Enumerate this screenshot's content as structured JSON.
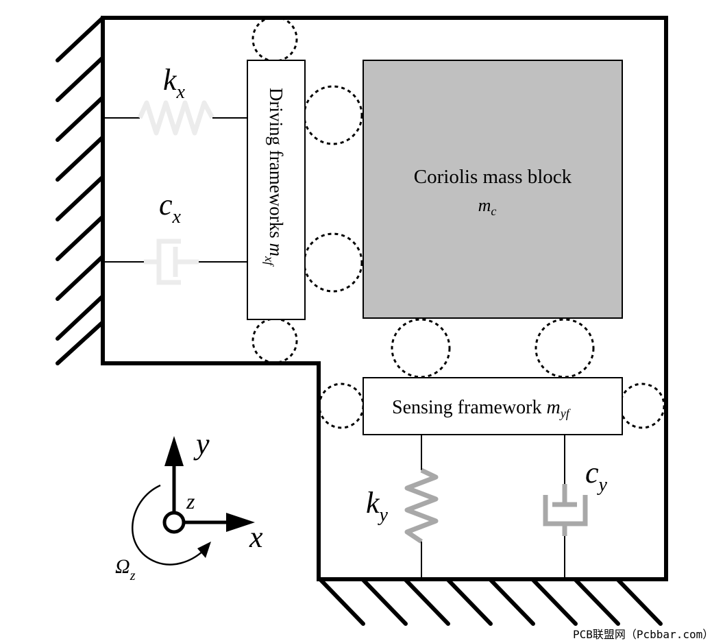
{
  "labels": {
    "kx_main": "k",
    "kx_sub": "x",
    "cx_main": "c",
    "cx_sub": "x",
    "ky_main": "k",
    "ky_sub": "y",
    "cy_main": "c",
    "cy_sub": "y",
    "driving": "Driving frameworks ",
    "driving_m": "m",
    "driving_sub": "xf",
    "coriolis": "Coriolis mass block",
    "coriolis_m": "m",
    "coriolis_sub": "c",
    "sensing": "Sensing framework ",
    "sensing_m": "m",
    "sensing_sub": "yf",
    "axis_y": "y",
    "axis_z": "z",
    "axis_x": "x",
    "omega_main": "Ω",
    "omega_sub": "z"
  },
  "watermark": "PCB联盟网（Pcbbar.com）",
  "colors": {
    "line": "#000000",
    "mass_fill": "#c0c0c0",
    "spring_light": "#ececec",
    "spring_gray": "#a8a8a8",
    "background": "#ffffff"
  },
  "icons": {
    "spring": "zigzag-spring-icon",
    "damper": "dashpot-damper-icon",
    "roller": "dashed-circle-roller-icon",
    "ground": "hatched-ground-icon"
  }
}
